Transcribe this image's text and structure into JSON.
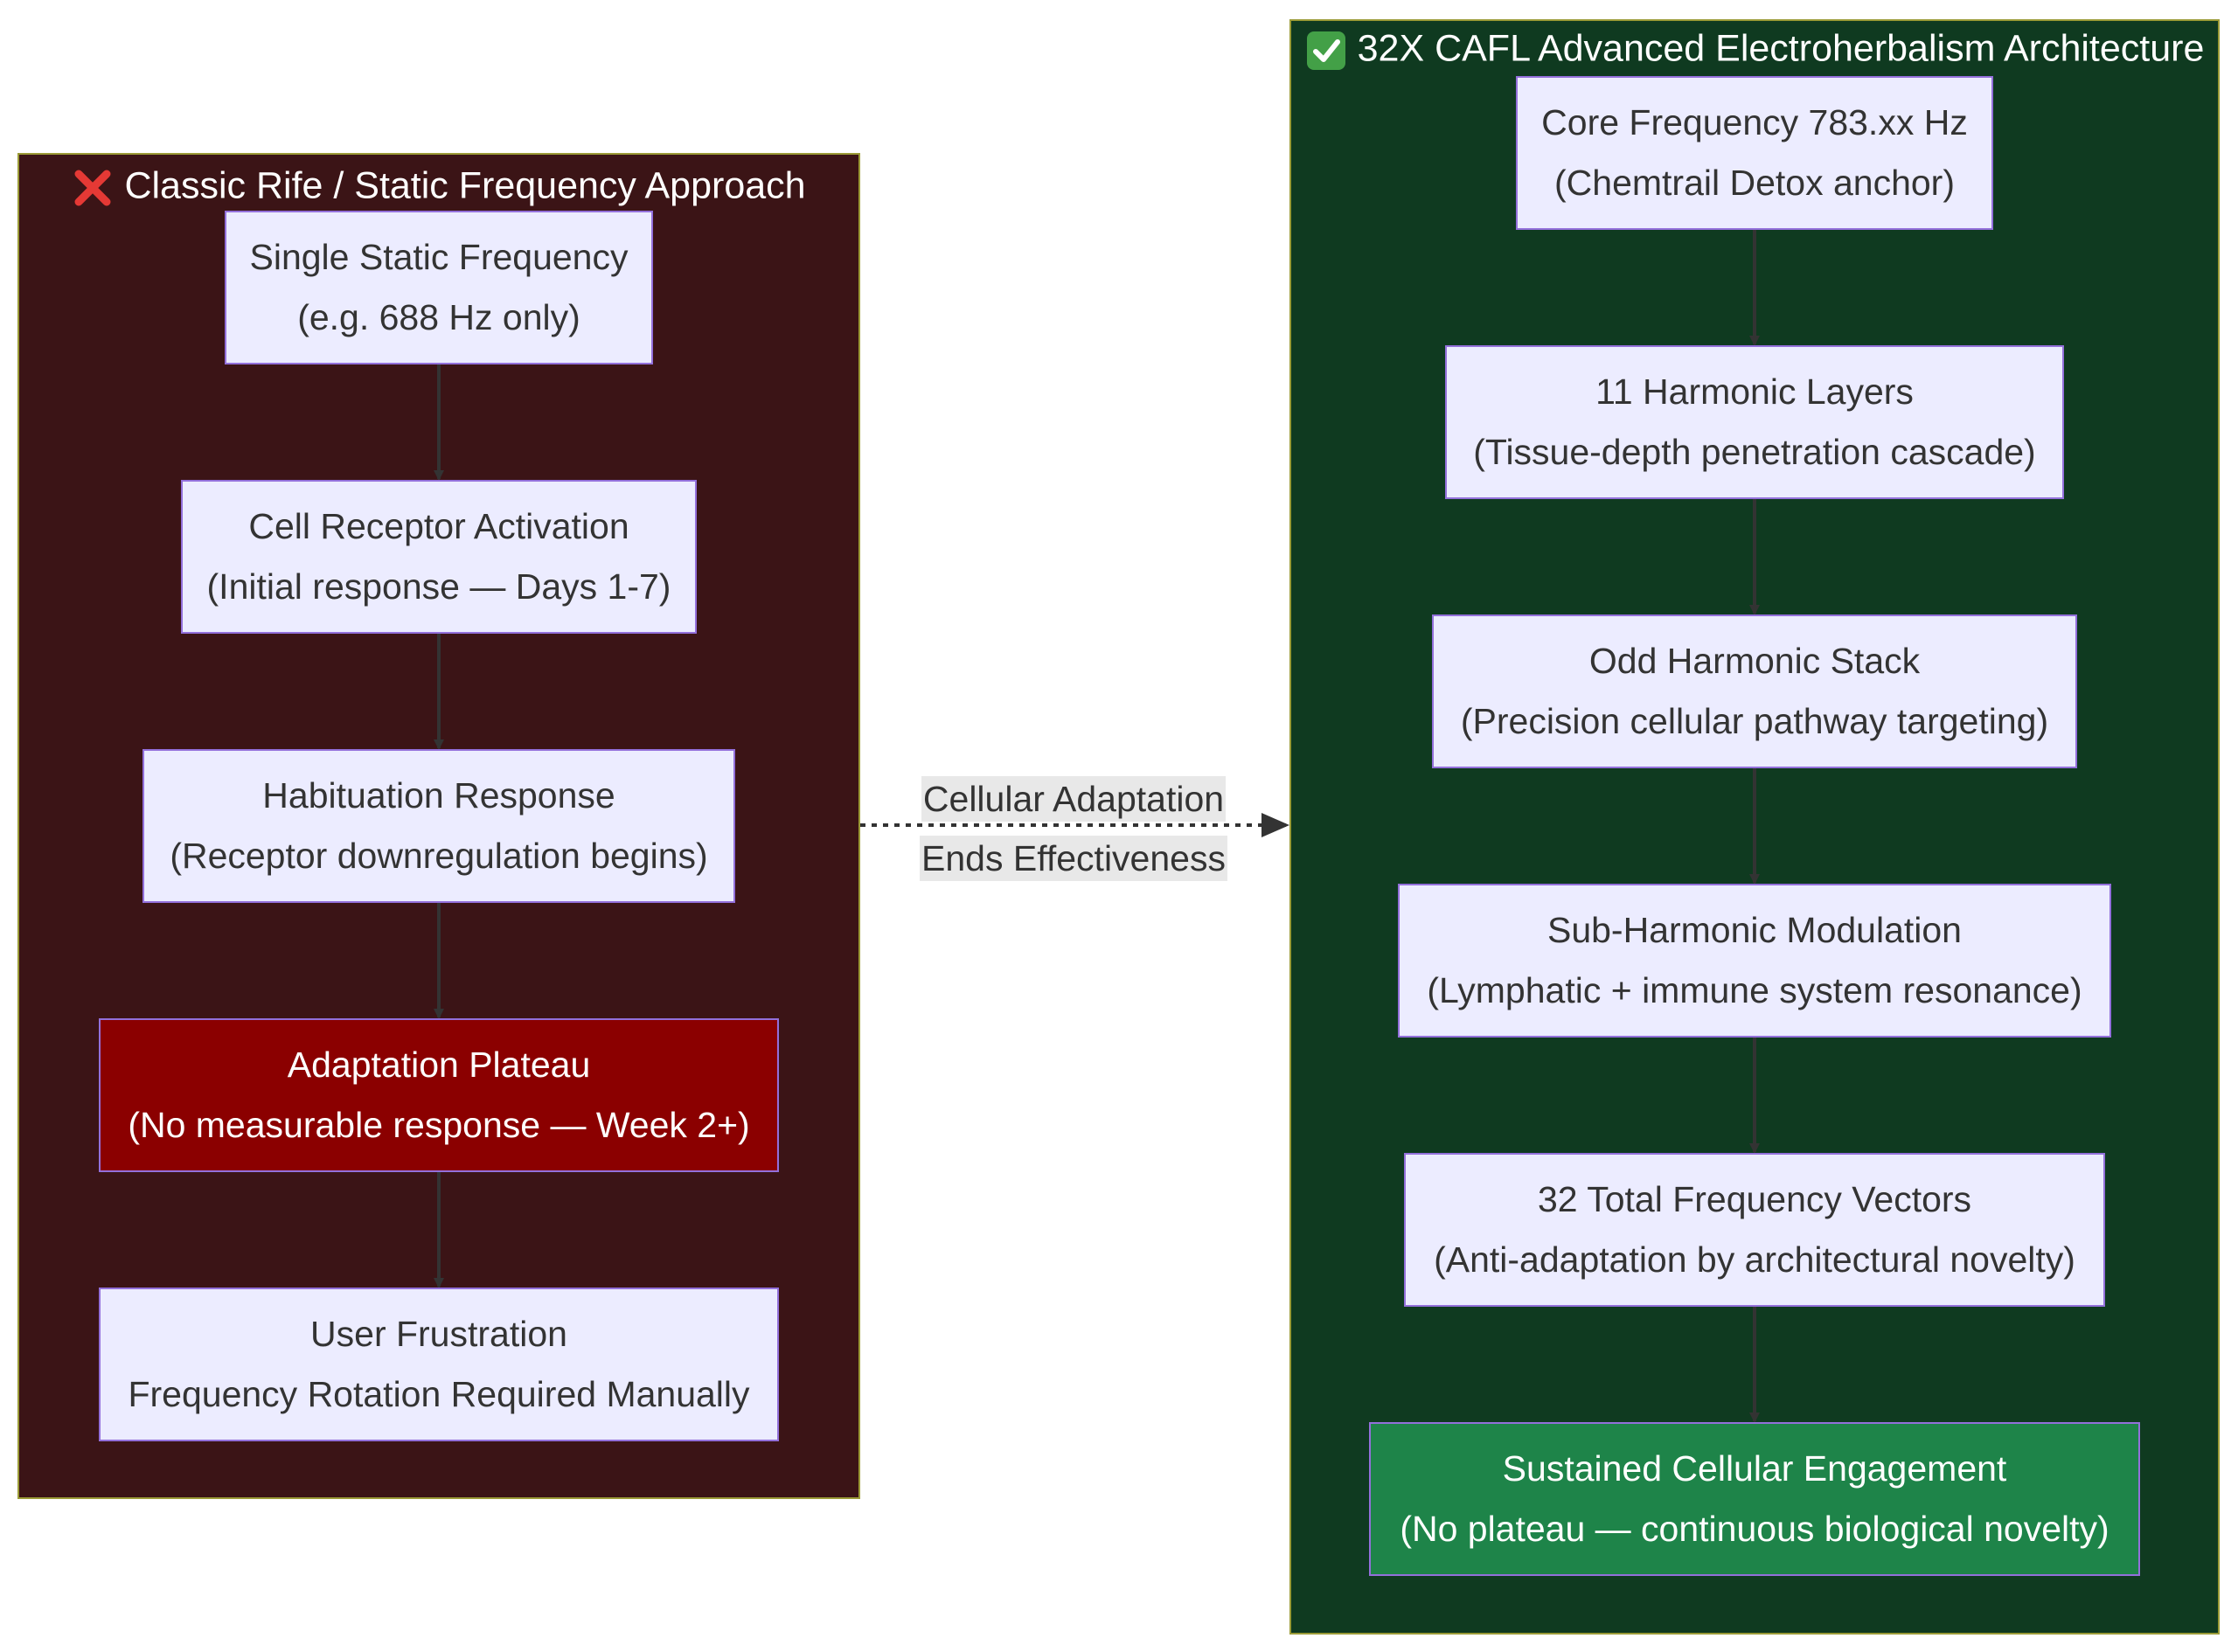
{
  "colors": {
    "left_cluster_bg": "#3b1416",
    "right_cluster_bg": "#0f3a20",
    "cluster_border": "#9b9b37",
    "node_bg": "#ececff",
    "node_border": "#9370db",
    "node_text": "#333333",
    "plateau_node_bg": "#8b0000",
    "engagement_node_bg": "#1e8449",
    "edge_color": "#333333"
  },
  "left_cluster": {
    "icon": "cross-mark-icon",
    "title": "Classic Rife / Static Frequency Approach",
    "nodes": [
      {
        "line1": "Single Static Frequency",
        "line2": "(e.g. 688 Hz only)"
      },
      {
        "line1": "Cell Receptor Activation",
        "line2": "(Initial response — Days 1-7)"
      },
      {
        "line1": "Habituation Response",
        "line2": "(Receptor downregulation begins)"
      },
      {
        "line1": "Adaptation Plateau",
        "line2": "(No measurable response — Week 2+)"
      },
      {
        "line1": "User Frustration",
        "line2": "Frequency Rotation Required Manually"
      }
    ]
  },
  "right_cluster": {
    "icon": "check-mark-icon",
    "title": "32X CAFL Advanced Electroherbalism Architecture",
    "nodes": [
      {
        "line1": "Core Frequency 783.xx Hz",
        "line2": "(Chemtrail Detox anchor)"
      },
      {
        "line1": "11 Harmonic Layers",
        "line2": "(Tissue-depth penetration cascade)"
      },
      {
        "line1": "Odd Harmonic Stack",
        "line2": "(Precision cellular pathway targeting)"
      },
      {
        "line1": "Sub-Harmonic Modulation",
        "line2": "(Lymphatic + immune system resonance)"
      },
      {
        "line1": "32 Total Frequency Vectors",
        "line2": "(Anti-adaptation by architectural novelty)"
      },
      {
        "line1": "Sustained Cellular Engagement",
        "line2": "(No plateau — continuous biological novelty)"
      }
    ]
  },
  "connector": {
    "line1": "Cellular Adaptation",
    "line2": "Ends Effectiveness"
  }
}
